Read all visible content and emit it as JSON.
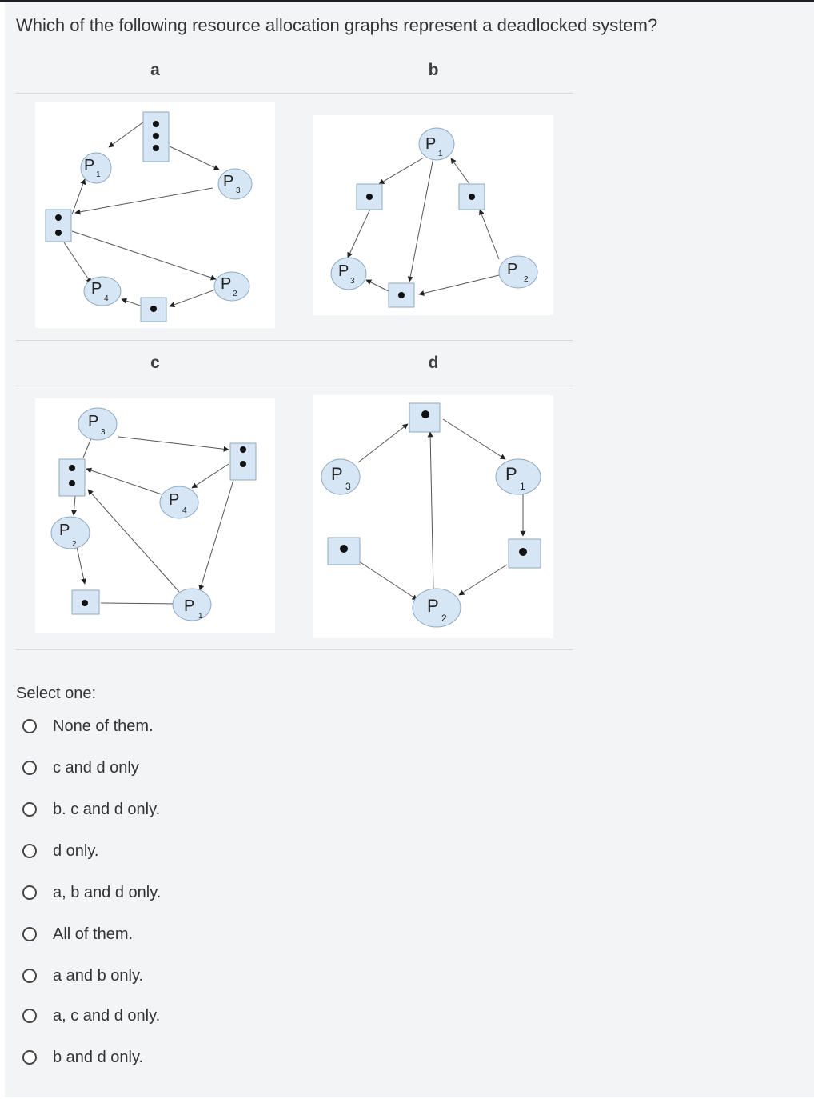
{
  "question": {
    "text": "Which of the following resource allocation graphs represent a deadlocked system?"
  },
  "graphs": {
    "a": {
      "label": "a",
      "processes": [
        "P",
        "1",
        "P",
        "3",
        "P",
        "4",
        "P",
        "2"
      ]
    },
    "b": {
      "label": "b",
      "processes": [
        "P",
        "1",
        "P",
        "3",
        "P",
        "2"
      ]
    },
    "c": {
      "label": "c",
      "processes": [
        "P",
        "3",
        "P",
        "2",
        "P",
        "4",
        "P",
        "1"
      ]
    },
    "d": {
      "label": "d",
      "processes": [
        "P",
        "3",
        "P",
        "1",
        "P",
        "2"
      ]
    }
  },
  "answer": {
    "prompt": "Select one:",
    "options": [
      "None of them.",
      "c and d only",
      "b. c and d only.",
      "d only.",
      "a, b and d only.",
      "All of them.",
      "a and b only.",
      "a, c and d only.",
      "b and d only."
    ]
  },
  "colors": {
    "node_fill": "#d6e6f4",
    "node_stroke": "#8ea9c1",
    "panel_bg": "#f3f4f6",
    "text": "#333333"
  }
}
